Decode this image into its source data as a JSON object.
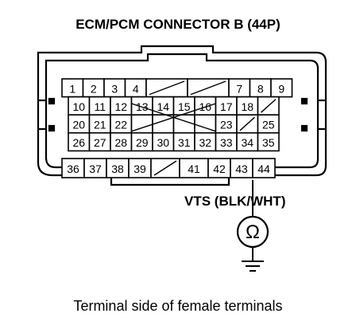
{
  "title": "ECM/PCM CONNECTOR B (44P)",
  "footer": "Terminal side of female terminals",
  "wire_label": "VTS (BLK/WHT)",
  "meter_symbol": "Ω",
  "colors": {
    "ink": "#000000",
    "background": "#ffffff"
  },
  "rows": [
    {
      "cells": [
        "1",
        "2",
        "3",
        "4",
        "",
        "",
        "7",
        "8",
        "9"
      ]
    },
    {
      "cells": [
        "10",
        "11",
        "12",
        "13",
        "14",
        "15",
        "16",
        "17",
        "18",
        ""
      ]
    },
    {
      "cells": [
        "20",
        "21",
        "22",
        "",
        "",
        "",
        "",
        "23",
        "",
        "25"
      ]
    },
    {
      "cells": [
        "26",
        "27",
        "28",
        "29",
        "30",
        "31",
        "32",
        "33",
        "34",
        "35"
      ]
    },
    {
      "cells": [
        "36",
        "37",
        "38",
        "39",
        "",
        "41",
        "42",
        "43",
        "44"
      ]
    }
  ],
  "probe_terminal": "43"
}
